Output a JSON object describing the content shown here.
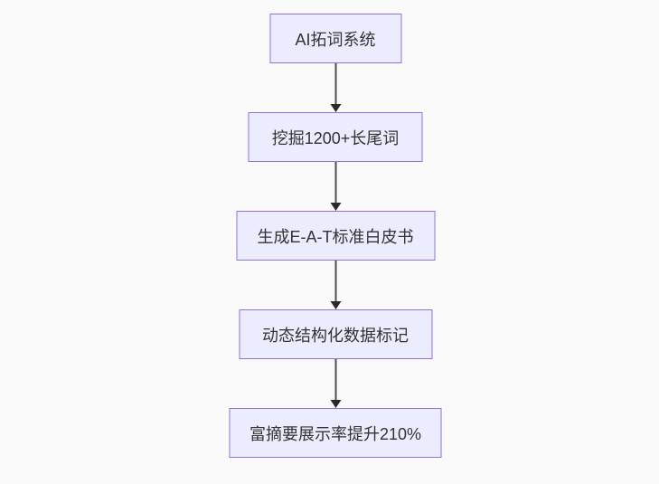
{
  "diagram": {
    "type": "flowchart",
    "direction": "top-down",
    "nodes": [
      {
        "id": "A",
        "label": "AI拓词系统"
      },
      {
        "id": "B",
        "label": "挖掘1200+长尾词"
      },
      {
        "id": "C",
        "label": "生成E-A-T标准白皮书"
      },
      {
        "id": "D",
        "label": "动态结构化数据标记"
      },
      {
        "id": "E",
        "label": "富摘要展示率提升210%"
      }
    ],
    "edges": [
      {
        "from": "A",
        "to": "B"
      },
      {
        "from": "B",
        "to": "C"
      },
      {
        "from": "C",
        "to": "D"
      },
      {
        "from": "D",
        "to": "E"
      }
    ],
    "colors": {
      "node_fill": "#ececff",
      "node_border": "#9370db",
      "node_text": "#333333",
      "edge_line": "#4d4d4d",
      "arrowhead": "#2a2a2a",
      "background": "#fafafa"
    }
  }
}
